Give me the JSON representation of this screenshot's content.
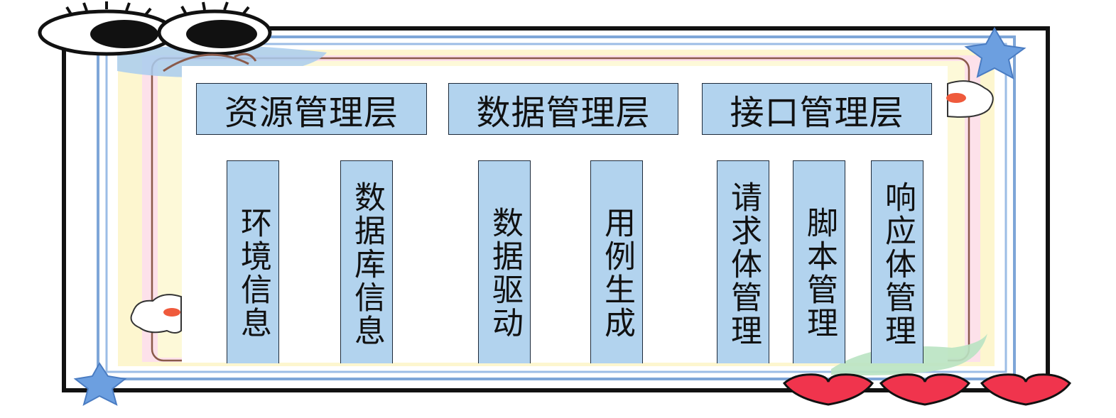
{
  "diagram": {
    "layers": [
      {
        "label": "资源管理层",
        "modules": [
          {
            "label": "环境信息"
          },
          {
            "label": "数据库信息"
          }
        ]
      },
      {
        "label": "数据管理层",
        "modules": [
          {
            "label": "数据驱动"
          },
          {
            "label": "用例生成"
          }
        ]
      },
      {
        "label": "接口管理层",
        "modules": [
          {
            "label": "请求体管理"
          },
          {
            "label": "脚本管理"
          },
          {
            "label": "响应体管理"
          }
        ]
      }
    ]
  },
  "colors": {
    "box_fill": "#b2d3ee",
    "box_border": "#1d2a3a",
    "frame_blue": "#7ea6d8",
    "star_blue": "#6c9fe0",
    "heart_red": "#f0344d"
  },
  "decorations": {
    "eyes": "cartoon-eyes-icon",
    "stars": "star-icon",
    "hearts": "heart-icon"
  }
}
